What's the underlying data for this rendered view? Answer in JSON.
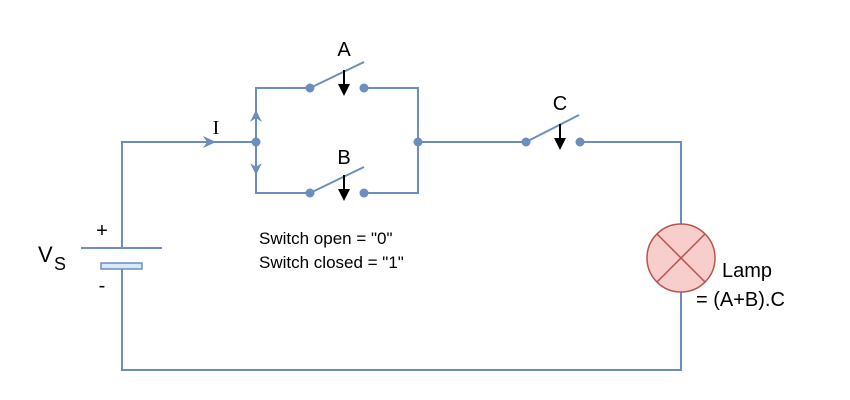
{
  "labels": {
    "switch_a": "A",
    "switch_b": "B",
    "switch_c": "C",
    "current": "I",
    "source_v": "V",
    "source_sub": "S",
    "plus": "+",
    "minus": "-",
    "legend_open": "Switch open = \"0\"",
    "legend_closed": "Switch closed = \"1\"",
    "lamp": "Lamp",
    "lamp_eq": "= (A+B).C"
  },
  "colors": {
    "wire": "#6c8ebf",
    "lamp_fill": "#f8cecc",
    "lamp_stroke": "#b85450",
    "battery_fill": "#dae8fc"
  }
}
